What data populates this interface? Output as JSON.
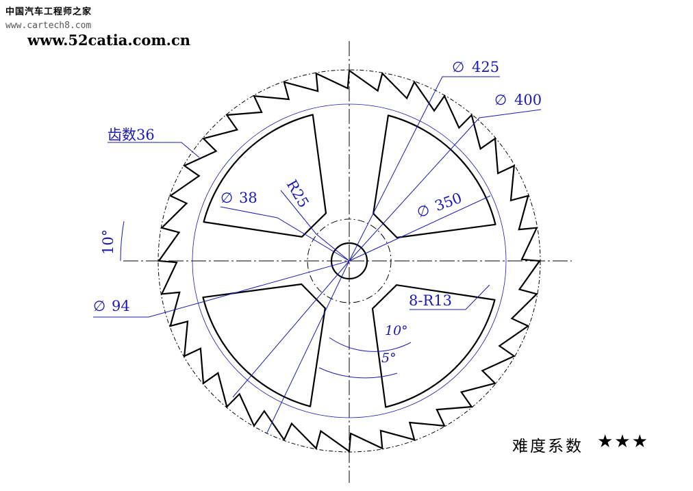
{
  "watermark": {
    "site_cn": "中国汽车工程师之家",
    "url1": "www.cartech8.com",
    "url2": "www.52catia.com.cn"
  },
  "labels": {
    "teeth": "齿数36",
    "d425": "425",
    "d400": "400",
    "d350": "350",
    "d38": "38",
    "d94": "94",
    "r25": "R25",
    "r13": "8-R13",
    "a10_left": "10°",
    "a10": "10°",
    "a5": "5°"
  },
  "difficulty": {
    "label": "难度系数",
    "stars": "★★★"
  },
  "colors": {
    "dimension": "#1a1ab0",
    "outline": "#000000"
  }
}
